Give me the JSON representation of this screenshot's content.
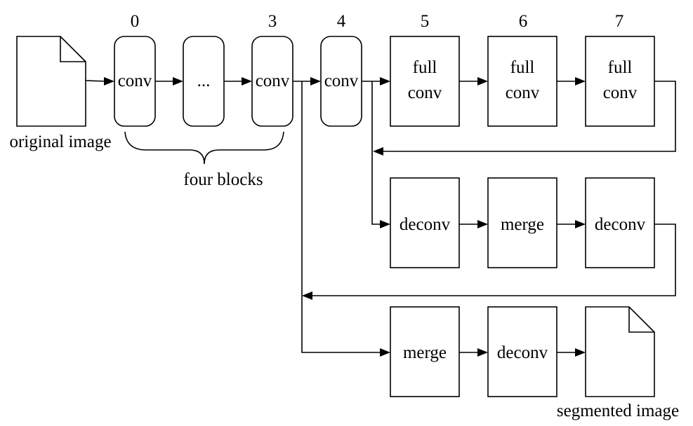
{
  "inputs": {
    "original_label": "original image"
  },
  "encoder": {
    "indices": [
      "0",
      "3",
      "4",
      "5",
      "6",
      "7"
    ],
    "conv_label": "conv",
    "ellipsis": "...",
    "full_conv_line1": "full",
    "full_conv_line2": "conv",
    "brace_label": "four blocks"
  },
  "decoder_row1": {
    "items": [
      "deconv",
      "merge",
      "deconv"
    ]
  },
  "decoder_row2": {
    "items": [
      "merge",
      "deconv"
    ],
    "output_label": "segmented image"
  },
  "colors": {
    "stroke": "#000000",
    "background": "#ffffff"
  }
}
